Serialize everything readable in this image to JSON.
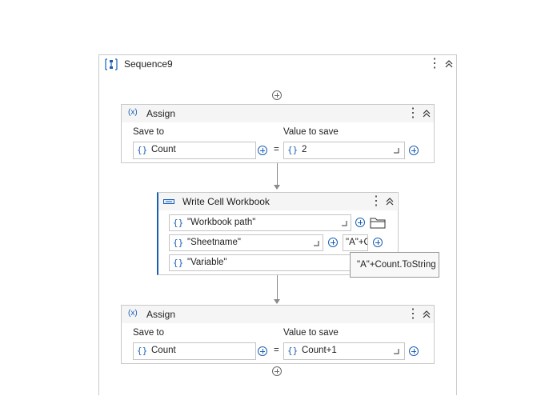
{
  "sequence": {
    "title": "Sequence9"
  },
  "assign1": {
    "title": "Assign",
    "save_to_label": "Save to",
    "value_label": "Value to save",
    "save_to_value": "Count",
    "equals": "=",
    "value": "2"
  },
  "write_cell": {
    "title": "Write Cell Workbook",
    "workbook_path": "\"Workbook path\"",
    "sheet_name": "\"Sheetname\"",
    "cell": "\"A\"+C",
    "value": "\"Variable\""
  },
  "tooltip": {
    "text": "\"A\"+Count.ToString"
  },
  "assign2": {
    "title": "Assign",
    "save_to_label": "Save to",
    "value_label": "Value to save",
    "save_to_value": "Count",
    "equals": "=",
    "value": "Count+1"
  },
  "icons": {
    "braces": "{}",
    "assign": "(x)",
    "kebab": "⋮"
  }
}
